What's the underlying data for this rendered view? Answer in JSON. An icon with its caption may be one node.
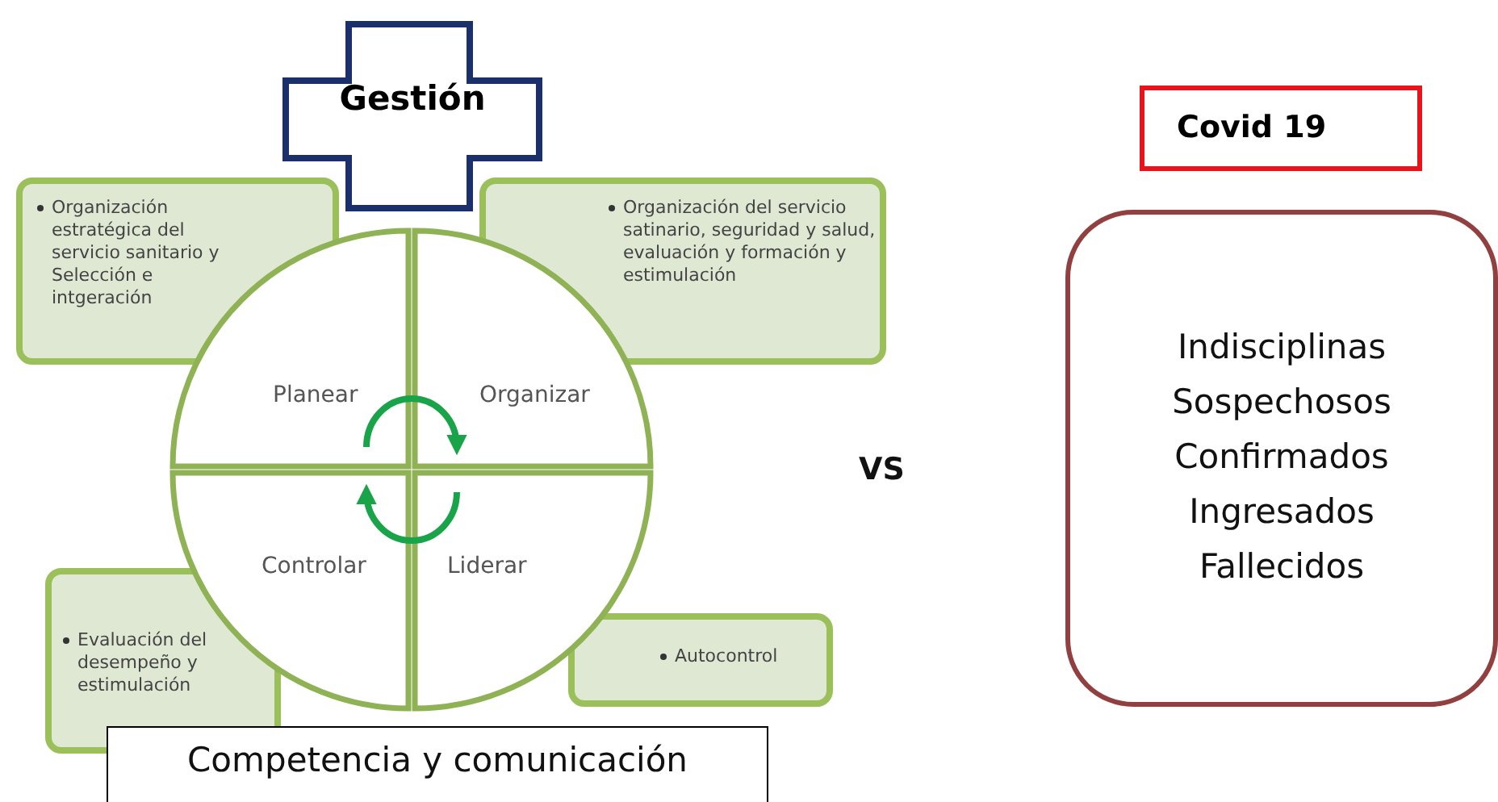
{
  "diagram": {
    "nodes": [
      {
        "text": [
          "Gestión"
        ]
      },
      {
        "text": [
          "Organización estratégica del servicio sanitario y Selección e intgeración"
        ]
      },
      {
        "text": [
          "Organización del servicio satinario, seguridad y salud, evaluación y formación y estimulación"
        ]
      },
      {
        "text": [
          "Evaluación del desempeño y estimulación"
        ]
      },
      {
        "text": [
          "Autocontrol"
        ]
      },
      {
        "text": [
          "Planear"
        ]
      },
      {
        "text": [
          "Organizar"
        ]
      },
      {
        "text": [
          "Controlar"
        ]
      },
      {
        "text": [
          "Liderar"
        ]
      },
      {
        "text": [
          "Competencia y comunicación"
        ]
      },
      {
        "text": [
          "Covid 19"
        ]
      },
      {
        "text": [
          "Indisciplinas",
          "Sospechosos",
          "Confirmados",
          "Ingresados",
          "Fallecidos"
        ]
      }
    ],
    "edges": [
      {
        "from": 5,
        "to": 6,
        "arrow": "to",
        "color": "#1aa44a"
      },
      {
        "from": 8,
        "to": 7,
        "arrow": "to",
        "color": "#1aa44a"
      }
    ],
    "labels": [
      "VS"
    ]
  }
}
